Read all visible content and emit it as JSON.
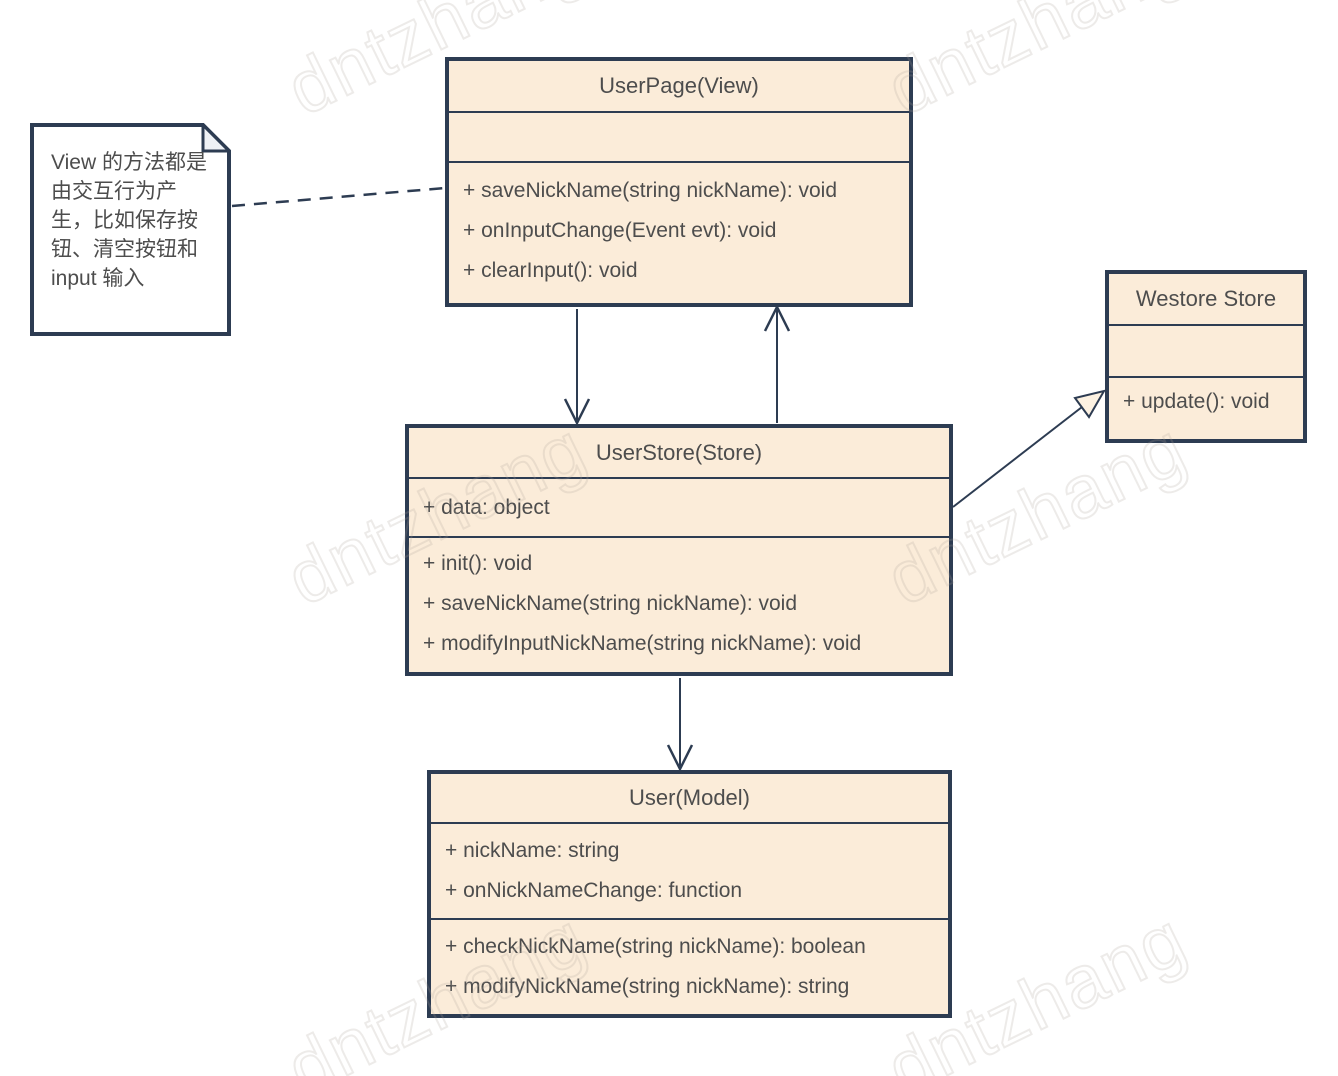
{
  "watermark": "dntzhang",
  "note": {
    "text": "View 的方法都是由交互行为产生，比如保存按钮、清空按钮和input 输入"
  },
  "classes": {
    "user_page": {
      "title": "UserPage(View)",
      "attributes": [],
      "methods": [
        "+ saveNickName(string nickName): void",
        "+ onInputChange(Event evt): void",
        "+ clearInput(): void"
      ]
    },
    "user_store": {
      "title": "UserStore(Store)",
      "attributes": [
        "+ data: object"
      ],
      "methods": [
        "+ init(): void",
        "+ saveNickName(string nickName): void",
        "+ modifyInputNickName(string nickName): void"
      ]
    },
    "westore": {
      "title": "Westore Store",
      "attributes": [],
      "methods": [
        "+ update(): void"
      ]
    },
    "user_model": {
      "title": "User(Model)",
      "attributes": [
        "+ nickName: string",
        "+ onNickNameChange: function"
      ],
      "methods": [
        "+ checkNickName(string nickName): boolean",
        "+ modifyNickName(string nickName): string"
      ]
    }
  },
  "relationships": [
    {
      "from": "note",
      "to": "UserPage(View)",
      "style": "dashed-link"
    },
    {
      "from": "UserPage(View)",
      "to": "UserStore(Store)",
      "style": "open-arrow"
    },
    {
      "from": "UserStore(Store)",
      "to": "UserPage(View)",
      "style": "open-arrow"
    },
    {
      "from": "UserStore(Store)",
      "to": "User(Model)",
      "style": "open-arrow"
    },
    {
      "from": "UserStore(Store)",
      "to": "Westore Store",
      "style": "hollow-triangle"
    }
  ],
  "colors": {
    "box_fill": "#fbecd9",
    "box_border": "#2d3c52",
    "text": "#4d4d4d"
  }
}
